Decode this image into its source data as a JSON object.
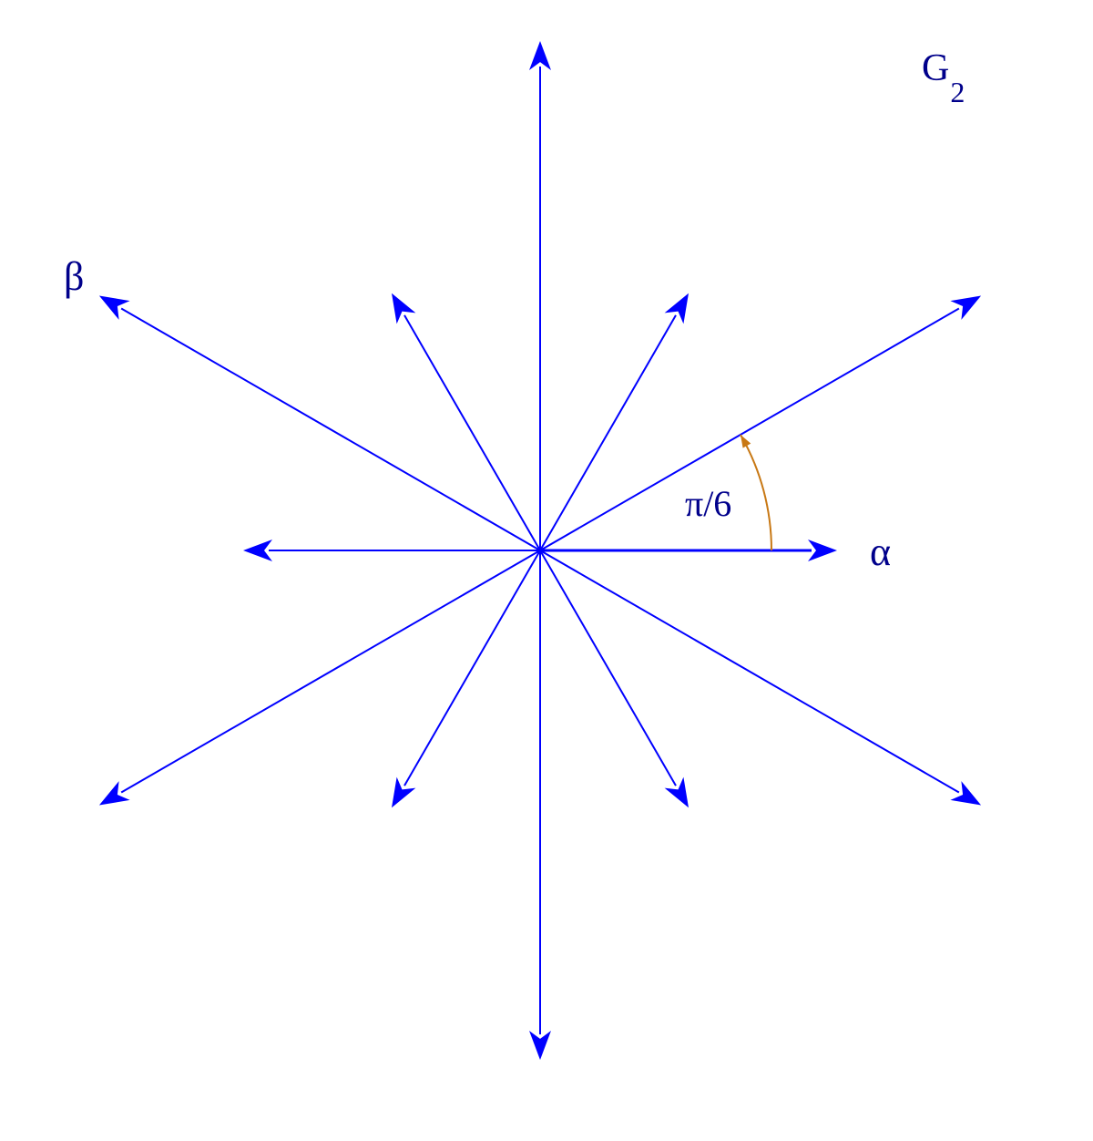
{
  "title": "G",
  "title_subscript": "2",
  "labels": {
    "alpha": "α",
    "beta": "β",
    "angle": "π/6"
  },
  "colors": {
    "roots": "#0000ff",
    "angle_arc": "#c87814",
    "text": "#00008b",
    "background": "#ffffff"
  },
  "roots": [
    {
      "name": "short-root-0deg",
      "angle_deg": 0,
      "length": 1
    },
    {
      "name": "long-root-30deg",
      "angle_deg": 30,
      "length": 1.732
    },
    {
      "name": "short-root-60deg",
      "angle_deg": 60,
      "length": 1
    },
    {
      "name": "long-root-90deg",
      "angle_deg": 90,
      "length": 1.732
    },
    {
      "name": "short-root-120deg",
      "angle_deg": 120,
      "length": 1
    },
    {
      "name": "long-root-150deg",
      "angle_deg": 150,
      "length": 1.732
    },
    {
      "name": "short-root-180deg",
      "angle_deg": 180,
      "length": 1
    },
    {
      "name": "long-root-210deg",
      "angle_deg": 210,
      "length": 1.732
    },
    {
      "name": "short-root-240deg",
      "angle_deg": 240,
      "length": 1
    },
    {
      "name": "long-root-270deg",
      "angle_deg": 270,
      "length": 1.732
    },
    {
      "name": "short-root-300deg",
      "angle_deg": 300,
      "length": 1
    },
    {
      "name": "long-root-330deg",
      "angle_deg": 330,
      "length": 1.732
    }
  ],
  "angle_marker": {
    "from_deg": 0,
    "to_deg": 30
  }
}
